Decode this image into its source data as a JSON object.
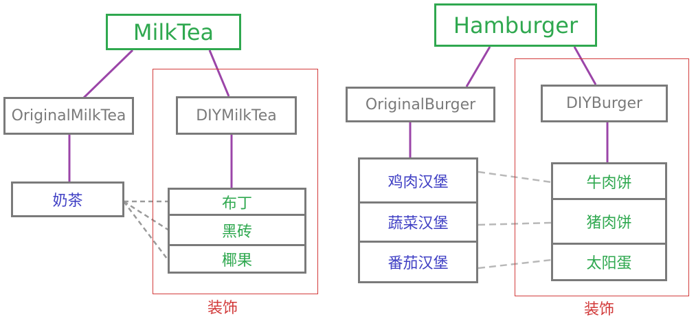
{
  "left": {
    "root": "MilkTea",
    "original": "OriginalMilkTea",
    "diy": "DIYMilkTea",
    "base": "奶茶",
    "toppings": [
      "布丁",
      "黑砖",
      "椰果"
    ],
    "caption": "装饰"
  },
  "right": {
    "root": "Hamburger",
    "original": "OriginalBurger",
    "diy": "DIYBurger",
    "bases": [
      "鸡肉汉堡",
      "蔬菜汉堡",
      "番茄汉堡"
    ],
    "toppings": [
      "牛肉饼",
      "猪肉饼",
      "太阳蛋"
    ],
    "caption": "装饰"
  },
  "colors": {
    "green": "#2fa84f",
    "gray": "#7a7a7a",
    "purple": "#9b45a8",
    "red": "#d23a3a",
    "blue": "#3f3fc4",
    "dash": "#b0b0b0"
  }
}
